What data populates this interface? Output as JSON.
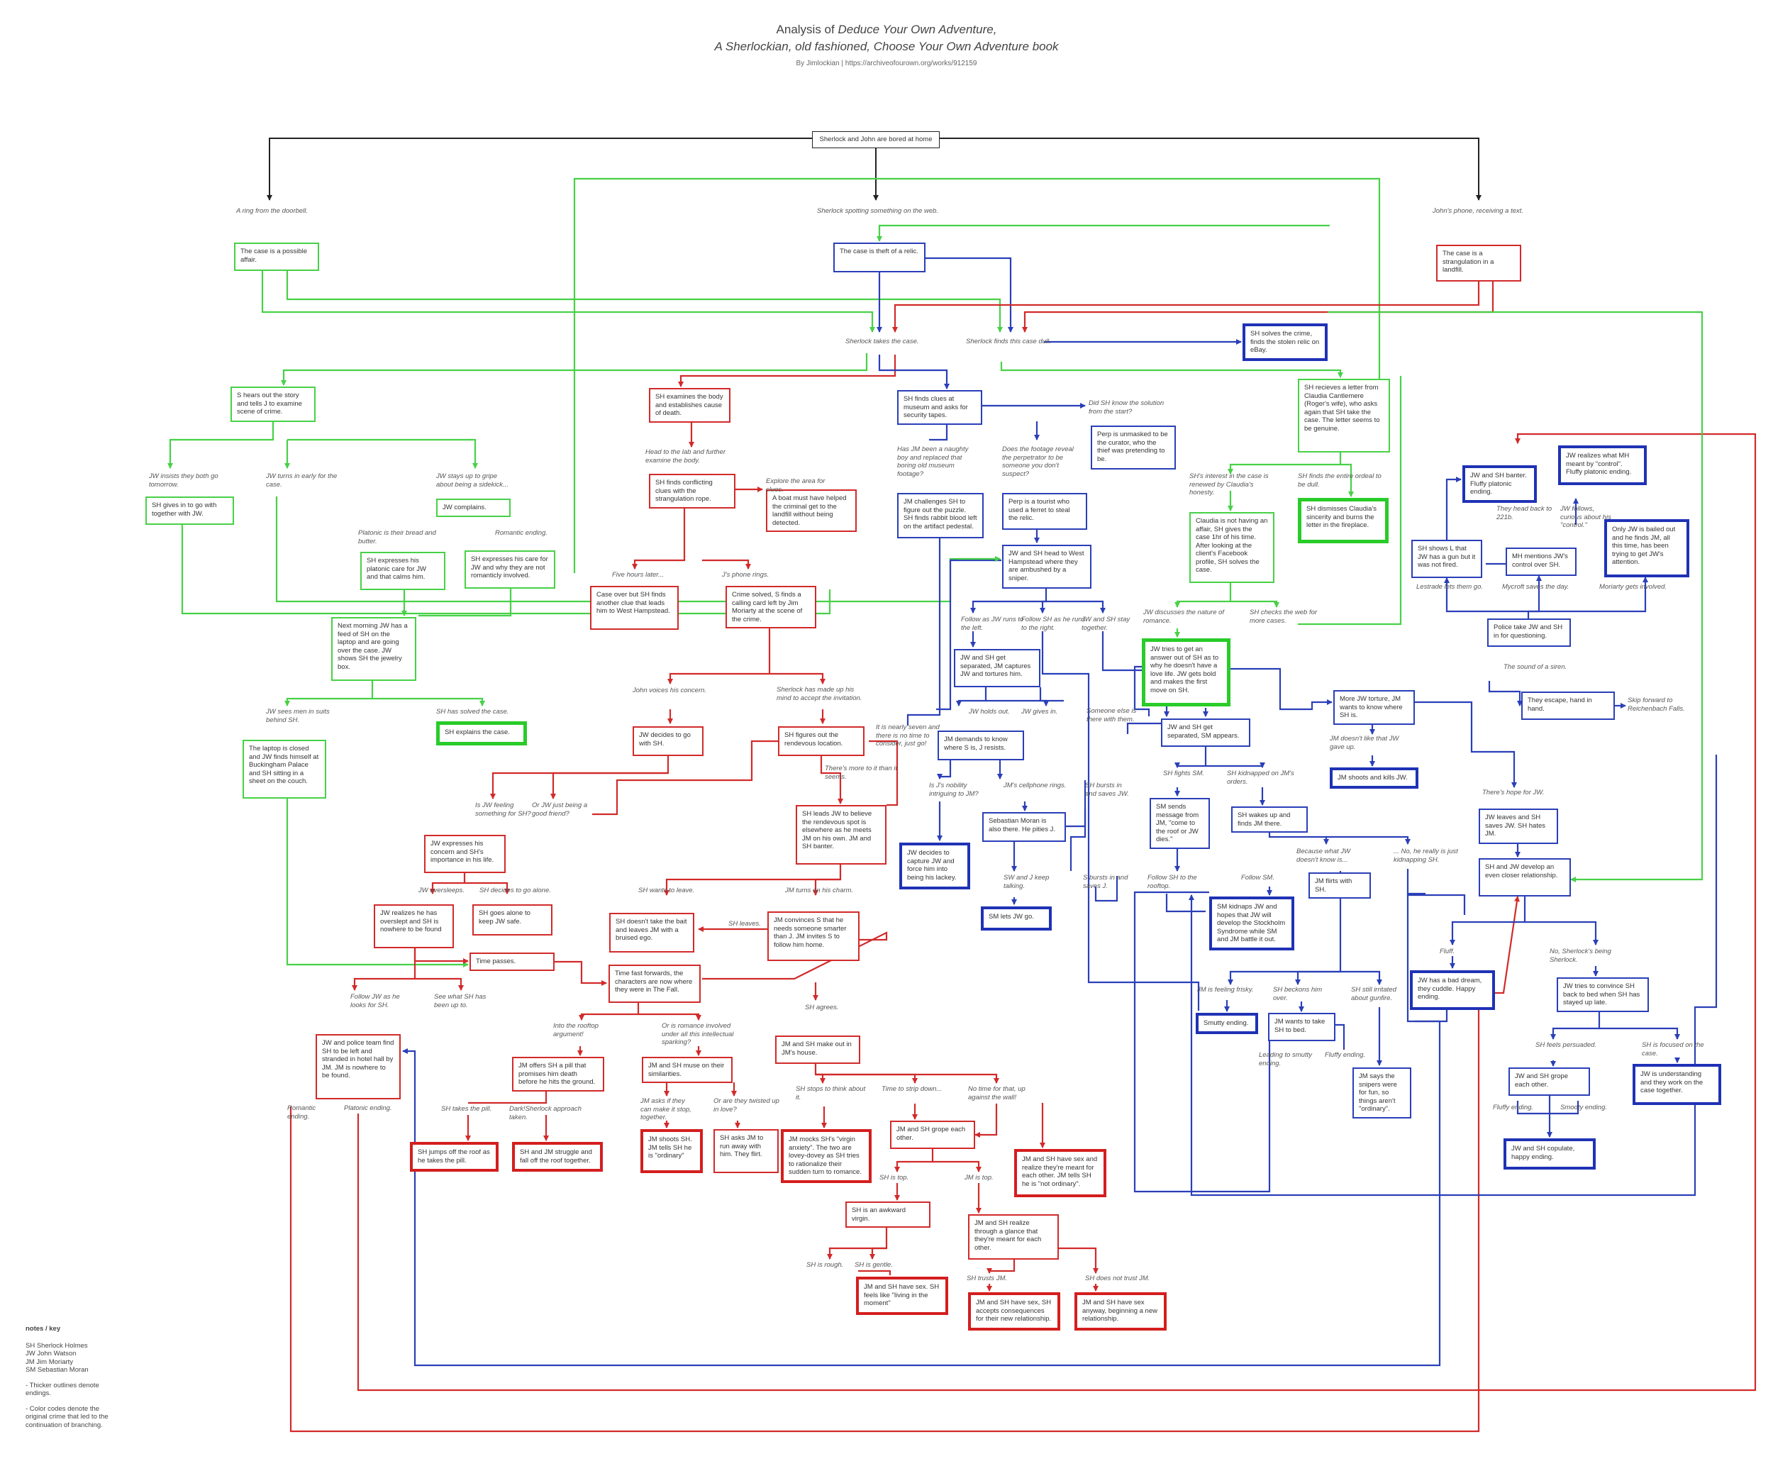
{
  "header": {
    "title_prefix": "Analysis of ",
    "title_italic": "Deduce Your Own Adventure,",
    "subtitle": "A Sherlockian, old fashioned, Choose Your Own Adventure book",
    "byline": "By Jimlockian | https://archiveofourown.org/works/912159"
  },
  "colors": {
    "green": "#47d147",
    "red": "#d22a2a",
    "blue": "#2a3fb8",
    "black": "#222222"
  },
  "boxes": [
    {
      "id": "root",
      "text": "Sherlock and John are bored at home",
      "c": "k"
    },
    {
      "id": "g_case",
      "text": "The case is a possible affair.",
      "c": "g"
    },
    {
      "id": "b_case",
      "text": "The case is theft of a relic.",
      "c": "b"
    },
    {
      "id": "r_case",
      "text": "The case is a strangulation in a landfill.",
      "c": "r"
    },
    {
      "id": "b_ebay",
      "text": "SH solves the crime, finds the stolen relic on eBay.",
      "c": "bE"
    },
    {
      "id": "g_story",
      "text": "S hears out the story and tells J to examine scene of crime.",
      "c": "g"
    },
    {
      "id": "g_together",
      "text": "SH gives in to go with together with JW.",
      "c": "g"
    },
    {
      "id": "g_complains",
      "text": "JW complains.",
      "c": "g"
    },
    {
      "id": "g_platonic",
      "text": "SH expresses his platonic care for JW and that calms him.",
      "c": "g"
    },
    {
      "id": "g_romantic",
      "text": "SH expresses his care for JW and why they are not romanticly involved.",
      "c": "g"
    },
    {
      "id": "g_morning",
      "text": "Next morning JW has a feed of SH on the laptop and are going over the case. JW shows SH the jewelry box.",
      "c": "g"
    },
    {
      "id": "g_explains",
      "text": "SH explains the case.",
      "c": "gE"
    },
    {
      "id": "g_laptop",
      "text": "The laptop is closed and JW finds himself at Buckingham Palace and SH sitting in a sheet on the couch.",
      "c": "g"
    },
    {
      "id": "g_letter",
      "text": "SH recieves a letter from Claudia Cantlemere (Roger's wife), who asks again that SH take the case. The letter seems to be genuine.",
      "c": "g"
    },
    {
      "id": "g_claudia",
      "text": "Claudia is not having an affair, SH gives the case 1hr of his time. After looking at the client's Facebook profile, SH solves the case.",
      "c": "g"
    },
    {
      "id": "g_dismiss",
      "text": "SH dismisses Claudia's sincerity and burns the letter in the fireplace.",
      "c": "gE"
    },
    {
      "id": "g_answer",
      "text": "JW tries to get an answer out of SH as to why he doesn't have a love life. JW gets bold and makes the first move on SH.",
      "c": "gE"
    },
    {
      "id": "r_body",
      "text": "SH examines the body and establishes cause of death.",
      "c": "r"
    },
    {
      "id": "r_rope",
      "text": "SH finds conflicting clues with the strangulation rope.",
      "c": "r"
    },
    {
      "id": "r_boat",
      "text": "A boat must have helped the criminal get to the landfill without being detected.",
      "c": "r"
    },
    {
      "id": "r_westhamp",
      "text": "Case over but SH finds another clue that leads him to West Hampstead.",
      "c": "r"
    },
    {
      "id": "r_solved",
      "text": "Crime solved, S finds a calling card left by Jim Moriarty at the scene of the crime.",
      "c": "r"
    },
    {
      "id": "r_withsh",
      "text": "JW decides to go with SH.",
      "c": "r"
    },
    {
      "id": "r_rendez",
      "text": "SH figures out the rendevous location.",
      "c": "r"
    },
    {
      "id": "r_concern",
      "text": "JW expresses his concern and SH's importance in his life.",
      "c": "r"
    },
    {
      "id": "r_leads",
      "text": "SH leads JW to believe the rendevous spot is elsewhere as he meets JM on his own. JM and SH banter.",
      "c": "r"
    },
    {
      "id": "r_overslept",
      "text": "JW realizes he has overslept and SH is nowhere to be found",
      "c": "r"
    },
    {
      "id": "r_alone",
      "text": "SH goes alone to keep JW safe.",
      "c": "r"
    },
    {
      "id": "r_bait",
      "text": "SH doesn't take the bait and leaves JM with a bruised ego.",
      "c": "r"
    },
    {
      "id": "r_convinces",
      "text": "JM convinces S that he needs someone smarter than J. JM invites S to follow him home.",
      "c": "r"
    },
    {
      "id": "r_timepasses",
      "text": "Time passes.",
      "c": "r"
    },
    {
      "id": "r_timefast",
      "text": "Time fast forwards, the characters are now where they were in The Fall.",
      "c": "r"
    },
    {
      "id": "r_police",
      "text": "JW and police team find SH to be left and stranded in hotel hall by JM. JM is nowhere to be found.",
      "c": "r"
    },
    {
      "id": "r_pill",
      "text": "JM offers SH a pill that promises him death before he hits the ground.",
      "c": "r"
    },
    {
      "id": "r_muse",
      "text": "JM and SH muse on their similarities.",
      "c": "r"
    },
    {
      "id": "r_makeout",
      "text": "JM and SH make out in JM's house.",
      "c": "r"
    },
    {
      "id": "r_jumps",
      "text": "SH jumps off the roof as he takes the pill.",
      "c": "rE"
    },
    {
      "id": "r_struggle",
      "text": "SH and JM struggle and fall off the roof together.",
      "c": "rE"
    },
    {
      "id": "r_shoots",
      "text": "JM shoots SH. JM tells SH he is \"ordinary\"",
      "c": "rE"
    },
    {
      "id": "r_runaway",
      "text": "SH asks JM to run away with him. They flirt.",
      "c": "r"
    },
    {
      "id": "r_mocks",
      "text": "JM mocks SH's \"virgin anxiety\". The two are lovey-dovey as SH tries to rationalize their sudden turn to romance.",
      "c": "rE"
    },
    {
      "id": "r_grope",
      "text": "JM and SH grope each other.",
      "c": "r"
    },
    {
      "id": "r_sex1",
      "text": "JM and SH have sex and realize they're meant for each other. JM tells SH he is \"not ordinary\".",
      "c": "rE"
    },
    {
      "id": "r_virgin",
      "text": "SH is an awkward virgin.",
      "c": "r"
    },
    {
      "id": "r_glance",
      "text": "JM and SH realize through a glance that they're meant for each other.",
      "c": "r"
    },
    {
      "id": "r_living",
      "text": "JM and SH have sex. SH feels like \"living in the moment\"",
      "c": "rE"
    },
    {
      "id": "r_accepts",
      "text": "JM and SH have sex, SH accepts consequences for their new relationship.",
      "c": "rE"
    },
    {
      "id": "r_anyway",
      "text": "JM and SH have sex anyway, beginning a new relationship.",
      "c": "rE"
    },
    {
      "id": "b_museum",
      "text": "SH finds clues at museum and asks for security tapes.",
      "c": "b"
    },
    {
      "id": "b_curator",
      "text": "Perp is unmasked to be the curator, who the thief was pretending to be.",
      "c": "b"
    },
    {
      "id": "b_challenge",
      "text": "JM challenges SH to figure out the puzzle. SH finds rabbit blood left on the artifact pedestal.",
      "c": "b"
    },
    {
      "id": "b_tourist",
      "text": "Perp is a tourist who used a ferret to steal the relic.",
      "c": "b"
    },
    {
      "id": "b_sniper",
      "text": "JW and SH head to West Hampstead where they are ambushed by a sniper.",
      "c": "b"
    },
    {
      "id": "b_tortures",
      "text": "JW and SH get separated, JM captures JW and tortures him.",
      "c": "b"
    },
    {
      "id": "b_demands",
      "text": "JM demands to know where S is, J resists.",
      "c": "b"
    },
    {
      "id": "b_capture",
      "text": "JW decides to capture JW and force him into being his lackey.",
      "c": "bE"
    },
    {
      "id": "b_moran",
      "text": "Sebastian Moran is also there. He pities J.",
      "c": "b"
    },
    {
      "id": "b_letsgo",
      "text": "SM lets JW go.",
      "c": "bE"
    },
    {
      "id": "b_smappears",
      "text": "JW and SH get separated, SM appears.",
      "c": "b"
    },
    {
      "id": "b_message",
      "text": "SM sends message from JM, \"come to the roof or JW dies.\"",
      "c": "b"
    },
    {
      "id": "b_wakes",
      "text": "SH wakes up and finds JM there.",
      "c": "b"
    },
    {
      "id": "b_stockholm",
      "text": "SM kidnaps JW and hopes that JW will develop the Stockholm Syndrome while SM and JM battle it out.",
      "c": "bE"
    },
    {
      "id": "b_flirts",
      "text": "JM flirts with SH.",
      "c": "b"
    },
    {
      "id": "b_smutty",
      "text": "Smutty ending.",
      "c": "bE"
    },
    {
      "id": "b_bed",
      "text": "JM wants to take SH to bed.",
      "c": "b"
    },
    {
      "id": "b_snipers",
      "text": "JM says the snipers were for fun, so things aren't \"ordinary\".",
      "c": "b"
    },
    {
      "id": "b_moretorture",
      "text": "More JW torture, JM wants to know where SH is.",
      "c": "b"
    },
    {
      "id": "b_kills",
      "text": "JM shoots and kills JW.",
      "c": "bE"
    },
    {
      "id": "b_hates",
      "text": "JW leaves and SH saves JW. SH hates JM.",
      "c": "b"
    },
    {
      "id": "b_develop",
      "text": "SH and JW develop an even closer relationship.",
      "c": "b"
    },
    {
      "id": "b_baddream",
      "text": "JW has a bad dream, they cuddle. Happy ending.",
      "c": "bE"
    },
    {
      "id": "b_convince",
      "text": "JW tries to convince SH back to bed when SH has stayed up late.",
      "c": "b"
    },
    {
      "id": "b_grope2",
      "text": "JW and SH grope each other.",
      "c": "b"
    },
    {
      "id": "b_understanding",
      "text": "JW is understanding and they work on the case together.",
      "c": "bE"
    },
    {
      "id": "b_copulate",
      "text": "JW and SH copulate, happy ending.",
      "c": "bE"
    },
    {
      "id": "b_police2",
      "text": "Police take JW and SH in for questioning.",
      "c": "b"
    },
    {
      "id": "b_escape",
      "text": "They escape, hand in hand.",
      "c": "b"
    },
    {
      "id": "b_gun",
      "text": "SH shows L that JW has a gun but it was not fired.",
      "c": "b"
    },
    {
      "id": "b_mhcontrol",
      "text": "MH mentions JW's control over SH.",
      "c": "b"
    },
    {
      "id": "b_bailed",
      "text": "Only JW is bailed out and he finds JM, all this time, has been trying to get JW's attention.",
      "c": "bE"
    },
    {
      "id": "b_banter",
      "text": "JW and SH banter. Fluffy platonic ending.",
      "c": "bE"
    },
    {
      "id": "b_mh",
      "text": "JW realizes what MH meant by \"control\". Fluffy platonic ending.",
      "c": "bE"
    }
  ],
  "labels": [
    {
      "id": "l1",
      "text": "A ring from the doorbell."
    },
    {
      "id": "l2",
      "text": "Sherlock spotting something on the web."
    },
    {
      "id": "l3",
      "text": "John's phone, receiving a text."
    },
    {
      "id": "l4",
      "text": "Sherlock takes the case."
    },
    {
      "id": "l5",
      "text": "Sherlock finds this case dull."
    },
    {
      "id": "l6",
      "text": "JW insists they both go tomorrow."
    },
    {
      "id": "l7",
      "text": "JW turns in early for the case."
    },
    {
      "id": "l8",
      "text": "JW stays up to gripe about being a sidekick..."
    },
    {
      "id": "l9",
      "text": "Platonic is their bread and butter."
    },
    {
      "id": "l10",
      "text": "Romantic ending."
    },
    {
      "id": "l11",
      "text": "JW sees men in suits behind SH."
    },
    {
      "id": "l12",
      "text": "SH has solved the case."
    },
    {
      "id": "l13",
      "text": "Head to the lab and further examine the body."
    },
    {
      "id": "l14",
      "text": "Explore the area for clues."
    },
    {
      "id": "l15",
      "text": "Five hours later..."
    },
    {
      "id": "l16",
      "text": "J's phone rings."
    },
    {
      "id": "l17",
      "text": "John voices his concern."
    },
    {
      "id": "l18",
      "text": "Sherlock has made up his mind to accept the invitation."
    },
    {
      "id": "l19",
      "text": "It is nearly seven and there is no time to consider, just go!"
    },
    {
      "id": "l20",
      "text": "There's more to it than it seems."
    },
    {
      "id": "l21",
      "text": "Is JW feeling something for SH?"
    },
    {
      "id": "l22",
      "text": "Or JW just being a good friend?"
    },
    {
      "id": "l23",
      "text": "JW oversleeps."
    },
    {
      "id": "l24",
      "text": "SH decides to go alone."
    },
    {
      "id": "l25",
      "text": "SH wants to leave."
    },
    {
      "id": "l26",
      "text": "JM turns on his charm."
    },
    {
      "id": "l27",
      "text": "SH leaves."
    },
    {
      "id": "l28",
      "text": "Follow JW as he looks for SH."
    },
    {
      "id": "l29",
      "text": "See what SH has been up to."
    },
    {
      "id": "l30",
      "text": "Into the rooftop argument!"
    },
    {
      "id": "l31",
      "text": "Or is romance involved under all this intellectual sparking?"
    },
    {
      "id": "l32",
      "text": "SH agrees."
    },
    {
      "id": "l33",
      "text": "SH takes the pill."
    },
    {
      "id": "l34",
      "text": "Dark!Sherlock approach taken."
    },
    {
      "id": "l35",
      "text": "JM asks if they can make it stop, together."
    },
    {
      "id": "l36",
      "text": "Or are they twisted up in love?"
    },
    {
      "id": "l37",
      "text": "SH stops to think about it."
    },
    {
      "id": "l38",
      "text": "Time to strip down..."
    },
    {
      "id": "l39",
      "text": "No time for that, up against the wall!"
    },
    {
      "id": "l40",
      "text": "Romantic ending."
    },
    {
      "id": "l41",
      "text": "Platonic ending."
    },
    {
      "id": "l42",
      "text": "SH is top."
    },
    {
      "id": "l43",
      "text": "JM is top."
    },
    {
      "id": "l44",
      "text": "SH is rough."
    },
    {
      "id": "l45",
      "text": "SH is gentle."
    },
    {
      "id": "l46",
      "text": "SH trusts JM."
    },
    {
      "id": "l47",
      "text": "SH does not trust JM."
    },
    {
      "id": "l48",
      "text": "Did SH know the solution from the start?"
    },
    {
      "id": "l49",
      "text": "Has JM been a naughty boy and replaced that boring old museum footage?"
    },
    {
      "id": "l50",
      "text": "Does the footage reveal the perpetrator to be someone you don't suspect?"
    },
    {
      "id": "l51",
      "text": "Follow as JW runs to the left."
    },
    {
      "id": "l52",
      "text": "Follow SH as he runs to the right."
    },
    {
      "id": "l53",
      "text": "JW and SH stay together."
    },
    {
      "id": "l54",
      "text": "JW holds out."
    },
    {
      "id": "l55",
      "text": "JW gives in."
    },
    {
      "id": "l56",
      "text": "Someone else is there with them."
    },
    {
      "id": "l57",
      "text": "Is J's nobility intriguing to JM?"
    },
    {
      "id": "l58",
      "text": "JM's cellphone rings."
    },
    {
      "id": "l59",
      "text": "SH bursts in and saves JW."
    },
    {
      "id": "l60",
      "text": "SW and J keep talking."
    },
    {
      "id": "l61",
      "text": "S bursts in and saves J."
    },
    {
      "id": "l62",
      "text": "SH fights SM."
    },
    {
      "id": "l63",
      "text": "SH kidnapped on JM's orders."
    },
    {
      "id": "l64",
      "text": "Follow SH to the rooftop."
    },
    {
      "id": "l65",
      "text": "Follow SM."
    },
    {
      "id": "l66",
      "text": "Because what JW doesn't know is..."
    },
    {
      "id": "l67",
      "text": "... No, he really is just kidnapping SH."
    },
    {
      "id": "l68",
      "text": "JM is feeling frisky."
    },
    {
      "id": "l69",
      "text": "SH beckons him over."
    },
    {
      "id": "l70",
      "text": "SH still irritated about gunfire."
    },
    {
      "id": "l71",
      "text": "Leading to smutty ending."
    },
    {
      "id": "l72",
      "text": "Fluffy ending."
    },
    {
      "id": "l73",
      "text": "SH's interest in the case is renewed by Claudia's honesty."
    },
    {
      "id": "l74",
      "text": "SH finds the entire ordeal to be dull."
    },
    {
      "id": "l75",
      "text": "JW discusses the nature of romance."
    },
    {
      "id": "l76",
      "text": "SH checks the web for more cases."
    },
    {
      "id": "l77",
      "text": "JM doesn't like that JW gave up."
    },
    {
      "id": "l78",
      "text": "There's hope for JW."
    },
    {
      "id": "l79",
      "text": "Fluff."
    },
    {
      "id": "l80",
      "text": "No, Sherlock's being Sherlock."
    },
    {
      "id": "l81",
      "text": "SH feels persuaded."
    },
    {
      "id": "l82",
      "text": "SH is focused on the case."
    },
    {
      "id": "l83",
      "text": "Fluffy ending."
    },
    {
      "id": "l84",
      "text": "Smooty ending."
    },
    {
      "id": "l85",
      "text": "The sound of a siren."
    },
    {
      "id": "l86",
      "text": "Skip forward to Reichenbach Falls."
    },
    {
      "id": "l87",
      "text": "Lestrade lets them go."
    },
    {
      "id": "l88",
      "text": "Mycroft saves the day."
    },
    {
      "id": "l89",
      "text": "Moriarty gets involved."
    },
    {
      "id": "l90",
      "text": "They head back to 221b."
    },
    {
      "id": "l91",
      "text": "JW follows, curious about his \"control.\""
    }
  ],
  "key": {
    "title": "notes / key",
    "abbrev": [
      "SH Sherlock Holmes",
      "JW John Watson",
      "JM Jim Moriarty",
      "SM Sebastian Moran"
    ],
    "notes": [
      "- Thicker outlines denote endings.",
      "- Color codes denote the original crime that led to the continuation of branching."
    ]
  }
}
